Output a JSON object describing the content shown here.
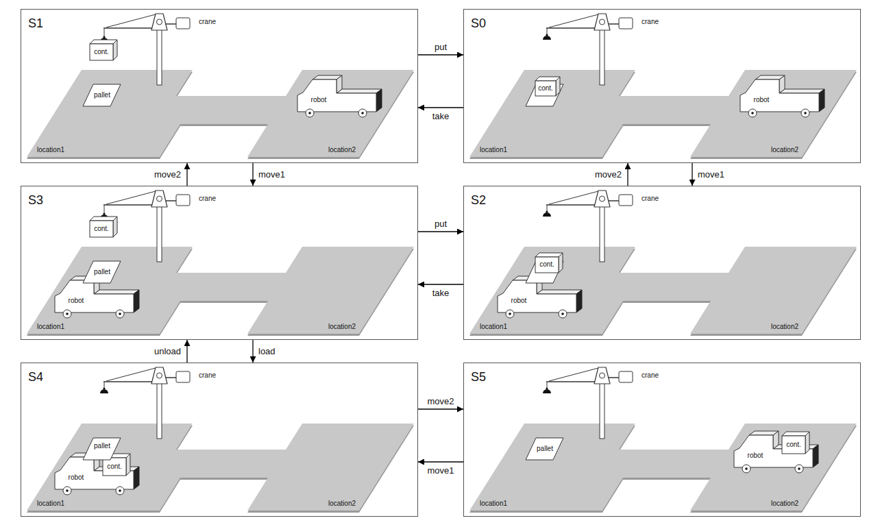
{
  "diagram": {
    "nodes": [
      {
        "text": [
          "S1",
          "crane",
          "cont.",
          "pallet",
          "robot",
          "location1",
          "location2"
        ]
      },
      {
        "text": [
          "S0",
          "crane",
          "cont.",
          "robot",
          "location1",
          "location2"
        ]
      },
      {
        "text": [
          "S3",
          "crane",
          "cont.",
          "pallet",
          "robot",
          "location1",
          "location2"
        ]
      },
      {
        "text": [
          "S2",
          "crane",
          "cont.",
          "robot",
          "location1",
          "location2"
        ]
      },
      {
        "text": [
          "S4",
          "crane",
          "pallet",
          "robot",
          "cont.",
          "location1",
          "location2"
        ]
      },
      {
        "text": [
          "S5",
          "crane",
          "pallet",
          "robot",
          "cont.",
          "location1",
          "location2"
        ]
      }
    ],
    "edges": [
      {
        "from": 0,
        "to": 1,
        "label": "put",
        "arrow": "to"
      },
      {
        "from": 1,
        "to": 0,
        "label": "take",
        "arrow": "to"
      },
      {
        "from": 2,
        "to": 0,
        "label": "move2",
        "arrow": "to"
      },
      {
        "from": 0,
        "to": 2,
        "label": "move1",
        "arrow": "to"
      },
      {
        "from": 3,
        "to": 1,
        "label": "move2",
        "arrow": "to"
      },
      {
        "from": 1,
        "to": 3,
        "label": "move1",
        "arrow": "to"
      },
      {
        "from": 2,
        "to": 3,
        "label": "put",
        "arrow": "to"
      },
      {
        "from": 3,
        "to": 2,
        "label": "take",
        "arrow": "to"
      },
      {
        "from": 4,
        "to": 2,
        "label": "unload",
        "arrow": "to"
      },
      {
        "from": 2,
        "to": 4,
        "label": "load",
        "arrow": "to"
      },
      {
        "from": 4,
        "to": 5,
        "label": "move2",
        "arrow": "to"
      },
      {
        "from": 5,
        "to": 4,
        "label": "move1",
        "arrow": "to"
      }
    ]
  }
}
